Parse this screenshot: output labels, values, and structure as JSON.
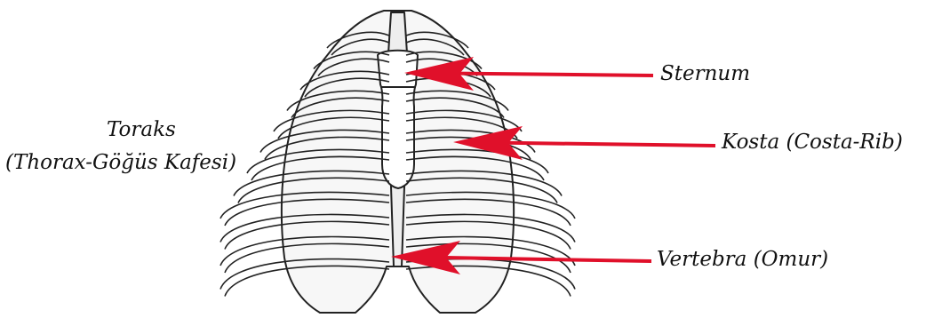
{
  "title": {
    "line1": "Toraks",
    "line2": "(Thorax-Göğüs Kafesi)"
  },
  "labels": {
    "sternum": "Sternum",
    "kosta": "Kosta (Costa-Rib)",
    "vertebra": "Vertebra (Omur)"
  },
  "colors": {
    "arrow": "#e0102a",
    "bone_outline": "#222222",
    "bone_fill": "#f4f4f4"
  }
}
